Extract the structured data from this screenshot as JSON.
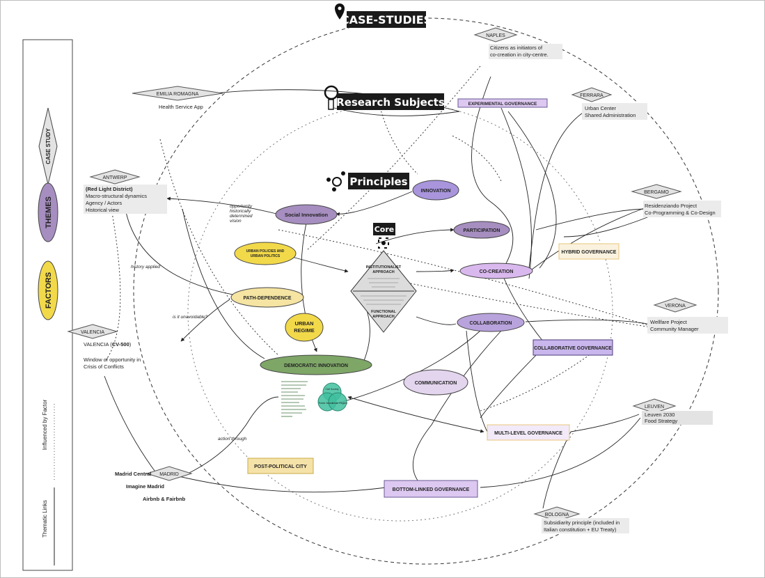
{
  "headers": {
    "case_studies": "CASE-STUDIES",
    "research_subjects": "Research Subjects",
    "principles": "Principles",
    "core": "Core"
  },
  "legend": {
    "case_study": "CASE STUDY",
    "themes": "THEMES",
    "factors": "FACTORS",
    "influenced_by": "Influenced by Factor",
    "thematic_links": "Thematic Links"
  },
  "cases": {
    "naples": {
      "label": "NAPLES",
      "line1": "Citizens as initiators of",
      "line2": "co-creation in city-centre."
    },
    "emilia": {
      "label": "EMILIA ROMAGNA",
      "line1": "Health Service App"
    },
    "ferrara": {
      "label": "FERRARA",
      "line1": "Urban Center",
      "line2": "Shared Administration"
    },
    "antwerp": {
      "label": "ANTWERP",
      "line1": "(Red Light District)",
      "line2": "Macro-structural dynamics",
      "line3": "Agency / Actors",
      "line4": "Historical view"
    },
    "bergamo": {
      "label": "BERGAMO",
      "line1": "Residenziando Project",
      "line2": "Co-Programming & Co-Design"
    },
    "verona": {
      "label": "VERONA",
      "line1": "Wellfare Project",
      "line2": "Community Manager"
    },
    "valencia": {
      "label": "VALENCIA",
      "line1_pre": "VALENCIA (",
      "line1_bold": "CV-500",
      "line1_post": ")",
      "line2": "Window of opportunity in",
      "line3": "Crisis of Conflicts"
    },
    "leuven": {
      "label": "LEUVEN",
      "line1": "Leuven 2030",
      "line2": "Food Strategy"
    },
    "madrid": {
      "label": "MADRID",
      "line1": "Madrid Central",
      "line2": "Imagine Madrid",
      "line3": "Airbnb & Fairbnb"
    },
    "bologna": {
      "label": "BOLOGNA",
      "line1": "Subsidiarity principle (included in",
      "line2": "Italian constitution + EU Treaty)"
    }
  },
  "themes": {
    "innovation": "INNOVATION",
    "social_innovation": "Social Innovation",
    "participation": "PARTICIPATION",
    "co_creation": "CO-CREATION",
    "collaboration": "COLLABORATION",
    "communication": "COMMUNICATION",
    "democratic_innovation": "DEMOCRATIC INNOVATION"
  },
  "factors": {
    "urban_policies_1": "URBAN POLICIES AND",
    "urban_policies_2": "URBAN POLITICS",
    "path_dependence": "PATH-DEPENDENCE",
    "urban_regime_1": "URBAN",
    "urban_regime_2": "REGIME"
  },
  "subjects": {
    "experimental": "EXPERIMENTAL GOVERNANCE",
    "hybrid": "HYBRID GOVERNANCE",
    "collaborative": "COLLABORATIVE GOVERNANCE",
    "multi_level": "MULTI-LEVEL GOVERNANCE",
    "bottom_linked": "BOTTOM-LINKED GOVERNANCE",
    "post_political": "POST-POLITICAL CITY"
  },
  "core": {
    "institutionalist_1": "INSTITUTIONALIST",
    "institutionalist_2": "APPROACH",
    "functional_1": "FUNCTIONAL",
    "functional_2": "APPROACH"
  },
  "venn": {
    "top": "Civil Society",
    "left": "Public Sector",
    "right": "Urban Regime"
  },
  "annotations": {
    "opportunity": "opportunity",
    "historically": "historically",
    "determined": "determined",
    "vision": "vision",
    "history_applied": "history applied",
    "is_unavoidable": "is it unavoidable?",
    "action_through": "action through"
  },
  "colors": {
    "theme_fill": "#a68ec0",
    "theme_light": "#d9c8ec",
    "factor_fill": "#f2d94a",
    "democratic_fill": "#7ea667",
    "governance_fill": "#dcc8f0",
    "governance_border": "#6a5a96",
    "header_bg": "#1b1b1b",
    "venn_fill": "#3fbf9f",
    "text_box_bg": "#e8e8e8"
  }
}
